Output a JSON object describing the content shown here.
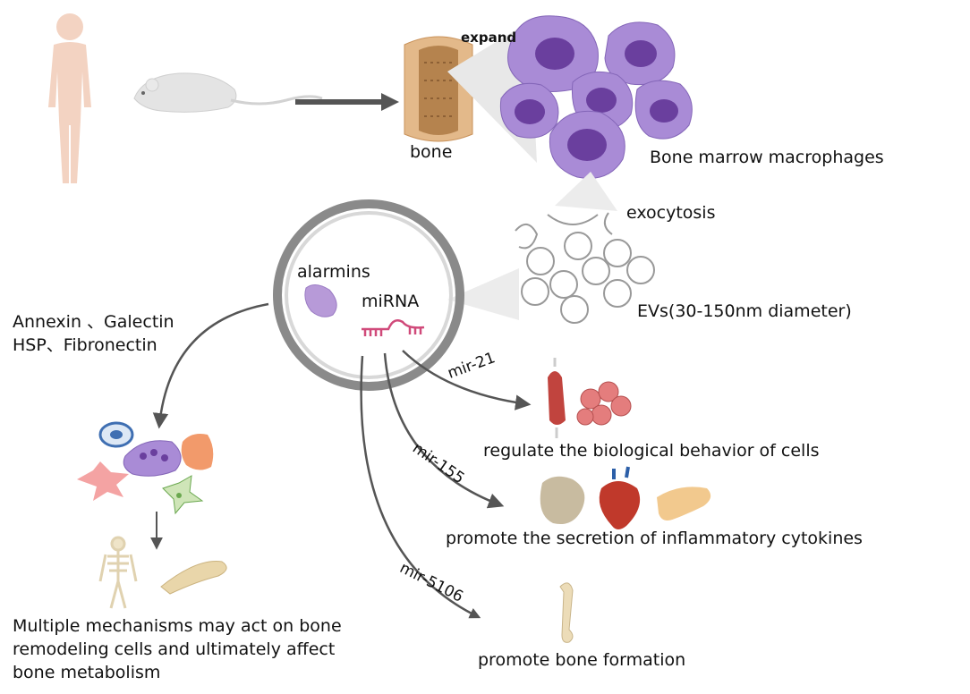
{
  "labels": {
    "expand": "expand",
    "bone": "bone",
    "bone_marrow_macrophages": "Bone marrow macrophages",
    "exocytosis": "exocytosis",
    "alarmins": "alarmins",
    "mirna": "miRNA",
    "evs": "EVs(30-150nm diameter)",
    "proteins_line1": "Annexin 、Galectin",
    "proteins_line2": "HSP、Fibronectin",
    "mir21": "mir-21",
    "mir155": "mir-155",
    "mir5106": "mir-5106",
    "regulate": "regulate the biological behavior of cells",
    "inflammatory": "promote the secretion of inflammatory cytokines",
    "bone_formation": "promote bone formation",
    "mechanisms_line1": "Multiple mechanisms may act on bone",
    "mechanisms_line2": "remodeling cells and ultimately affect",
    "mechanisms_line3": "bone metabolism"
  },
  "colors": {
    "macrophage": "#a98bd6",
    "macrophage_nucleus": "#6a3f9e",
    "arrow": "#555555",
    "vesicle_ring": "#8a8a8a",
    "cone": "#e6e6e6",
    "bone_brown": "#b5834e"
  }
}
